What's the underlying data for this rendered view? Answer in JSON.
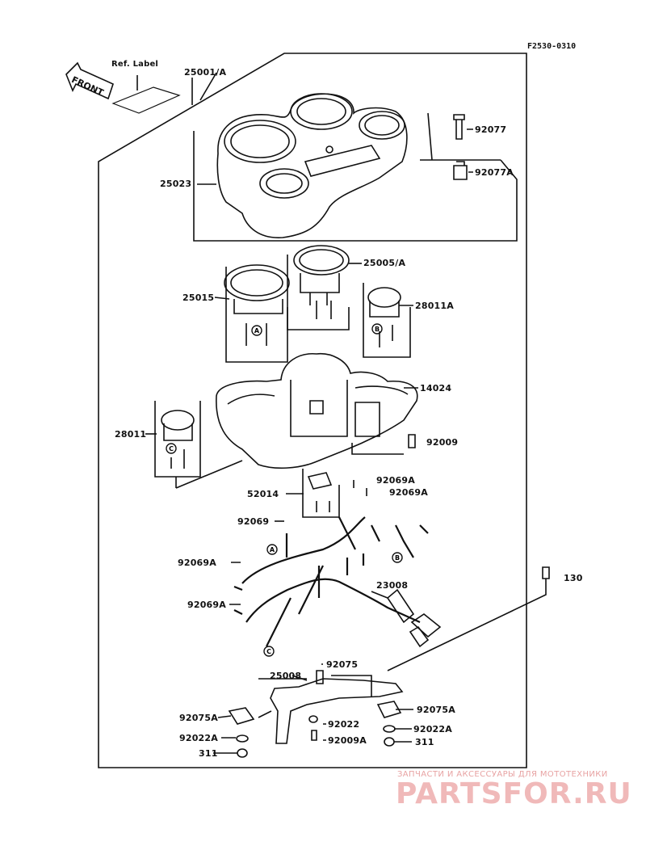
{
  "diagram": {
    "code": "F2530-0310",
    "ref_label": "Ref. Label",
    "front_label": "FRONT",
    "callouts": {
      "p25001A": "25001/A",
      "p25023": "25023",
      "p92077": "92077",
      "p92077A": "92077A",
      "p25005A": "25005/A",
      "p25015": "25015",
      "p28011A": "28011A",
      "p14024": "14024",
      "p28011": "28011",
      "p92009": "92009",
      "p92069A_1": "92069A",
      "p92069A_2": "92069A",
      "p52014": "52014",
      "p92069": "92069",
      "p92069A_3": "92069A",
      "p92069A_4": "92069A",
      "p23008": "23008",
      "p130": "130",
      "p25008": "25008",
      "p92075": "92075",
      "p92075A_1": "92075A",
      "p92075A_2": "92075A",
      "p92022": "92022",
      "p92022A_1": "92022A",
      "p92022A_2": "92022A",
      "p311_1": "311",
      "p311_2": "311",
      "p92009A": "92009A"
    },
    "markers": {
      "a": "A",
      "b": "B",
      "c": "C"
    }
  },
  "watermark": {
    "tagline": "ЗАПЧАСТИ И АКСЕССУАРЫ ДЛЯ МОТОТЕХНИКИ",
    "brand": "PARTSFOR.RU",
    "color": "#f0b9b9"
  }
}
